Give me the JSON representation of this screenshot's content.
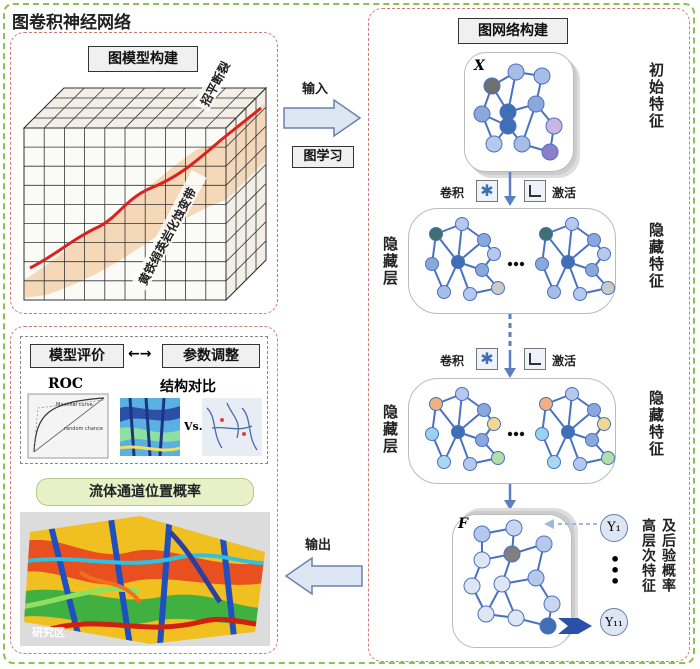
{
  "title": "图卷积神经网络",
  "left_top": {
    "header": "图模型构建",
    "label_fault": "招平断裂",
    "label_zone": "黄铁绢英岩化蚀变带"
  },
  "middle": {
    "input_label": "输入",
    "graph_learning": "图学习",
    "output_label": "输出"
  },
  "right": {
    "header": "图网络构建",
    "x_label": "X",
    "f_label": "F",
    "initial_features": "初始特征",
    "hidden_features": "隐藏特征",
    "hidden_layer": "隐藏层",
    "hidden_features_2": "隐藏特征",
    "hidden_layer_2": "隐藏层",
    "conv_label": "卷积",
    "act_label": "激活",
    "conv_label_2": "卷积",
    "act_label_2": "激活",
    "high_level": "高层次特征",
    "posterior": "及后验概率",
    "y1": "Y₁",
    "y11": "Y₁₁"
  },
  "left_bottom": {
    "model_eval": "模型评价",
    "param_tune": "参数调整",
    "roc": "ROC",
    "struct_compare": "结构对比",
    "vs": "Vs.",
    "roc_curve_text": "Maximal curve",
    "random_text": "random chance",
    "channel_prob": "流体通道位置概率",
    "study_area": "研究区"
  },
  "colors": {
    "frame_green": "#8bc34a",
    "panel_red": "#d07a7a",
    "node_blue": "#3f6fb5",
    "edge_blue": "#4a72c0",
    "fault_red": "#e02020"
  }
}
